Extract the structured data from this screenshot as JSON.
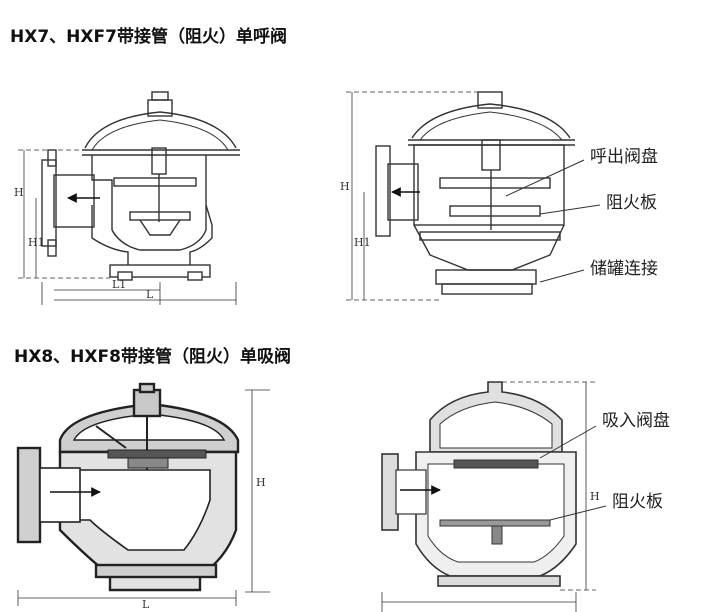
{
  "sections": [
    {
      "title": "HX7、HXF7带接管（阻火）单呼阀",
      "left_dims": {
        "h": "H",
        "h1": "H1",
        "l1": "L1",
        "l": "L"
      },
      "right_dims": {
        "h": "H",
        "h1": "H1"
      },
      "callouts": [
        "呼出阀盘",
        "阻火板",
        "储罐连接"
      ]
    },
    {
      "title": "HX8、HXF8带接管（阻火）单吸阀",
      "left_dims": {
        "h": "H",
        "l": "L"
      },
      "right_dims": {
        "h": "H"
      },
      "callouts": [
        "吸入阀盘",
        "阻火板"
      ]
    }
  ]
}
